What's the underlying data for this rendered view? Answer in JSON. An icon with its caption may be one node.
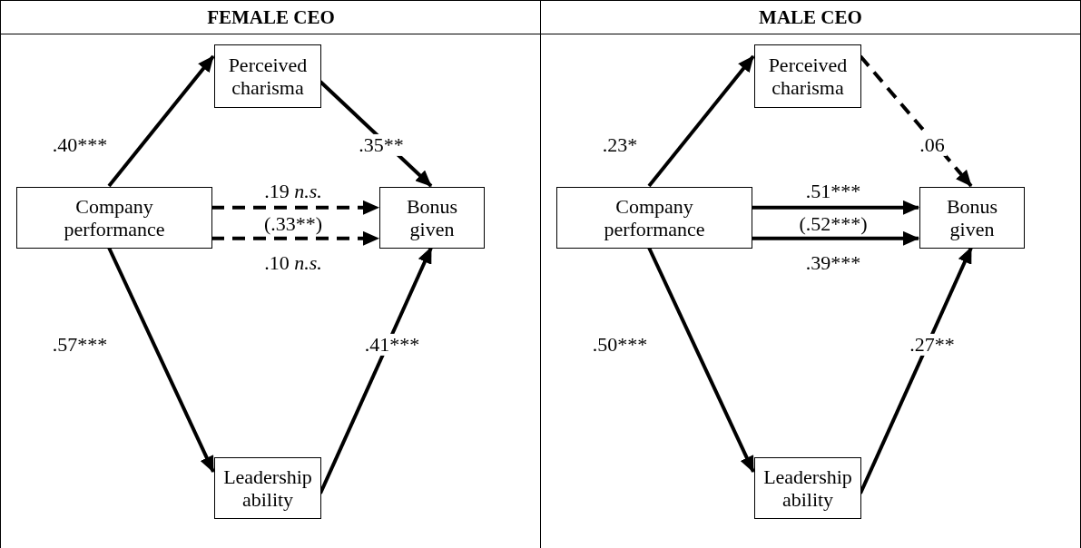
{
  "diagram": {
    "nodes": [
      {
        "text": [
          "FEMALE CEO"
        ]
      },
      {
        "text": [
          "Perceived charisma"
        ],
        "in": 0
      },
      {
        "text": [
          "Company performance"
        ],
        "in": 0
      },
      {
        "text": [
          "Bonus given"
        ],
        "in": 0
      },
      {
        "text": [
          "Leadership ability"
        ],
        "in": 0
      },
      {
        "text": [
          "MALE CEO"
        ]
      },
      {
        "text": [
          "Perceived charisma"
        ],
        "in": 5
      },
      {
        "text": [
          "Company performance"
        ],
        "in": 5
      },
      {
        "text": [
          "Bonus given"
        ],
        "in": 5
      },
      {
        "text": [
          "Leadership ability"
        ],
        "in": 5
      }
    ],
    "edges": [
      {
        "from": 2,
        "to": 1,
        "arrow": "to",
        "label": ".40***"
      },
      {
        "from": 1,
        "to": 3,
        "arrow": "to",
        "label": ".35**"
      },
      {
        "from": 2,
        "to": 3,
        "arrow": "to",
        "label": ".19 *n.s.*",
        "style": "dashed"
      },
      {
        "from": 2,
        "to": 3,
        "arrow": "to",
        "label": ".10 *n.s.*",
        "style": "dashed"
      },
      {
        "from": 2,
        "to": 4,
        "arrow": "to",
        "label": ".57***"
      },
      {
        "from": 4,
        "to": 3,
        "arrow": "to",
        "label": ".41***"
      },
      {
        "from": 7,
        "to": 6,
        "arrow": "to",
        "label": ".23*"
      },
      {
        "from": 6,
        "to": 8,
        "arrow": "to",
        "label": ".06",
        "style": "dashed"
      },
      {
        "from": 7,
        "to": 8,
        "arrow": "to",
        "label": ".51***"
      },
      {
        "from": 7,
        "to": 8,
        "arrow": "to",
        "label": ".39***"
      },
      {
        "from": 7,
        "to": 9,
        "arrow": "to",
        "label": ".50***"
      },
      {
        "from": 9,
        "to": 8,
        "arrow": "to",
        "label": ".27**"
      }
    ],
    "labels": [
      "(.33**)",
      "(.52***)"
    ]
  }
}
